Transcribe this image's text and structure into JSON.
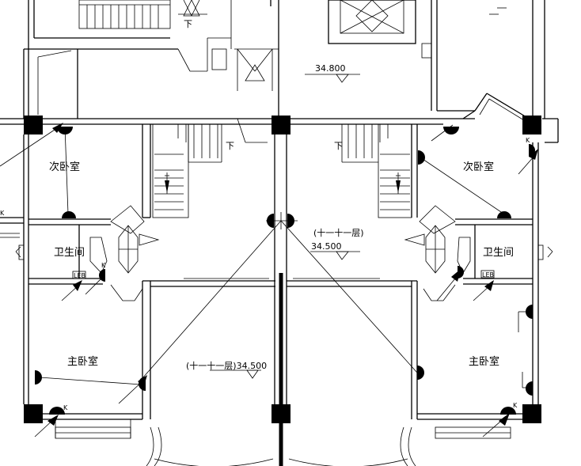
{
  "labels": {
    "secondary_bedroom": "次卧室",
    "bathroom": "卫生间",
    "master_bedroom": "主卧室",
    "elevation_top": "34.800",
    "elevation_mid": "34.500",
    "floor_note": "(十一十一层)",
    "living_note": "(十一十一层)34.500",
    "stair_down": "下",
    "switch_k": "K",
    "led_tag": "LEB"
  }
}
